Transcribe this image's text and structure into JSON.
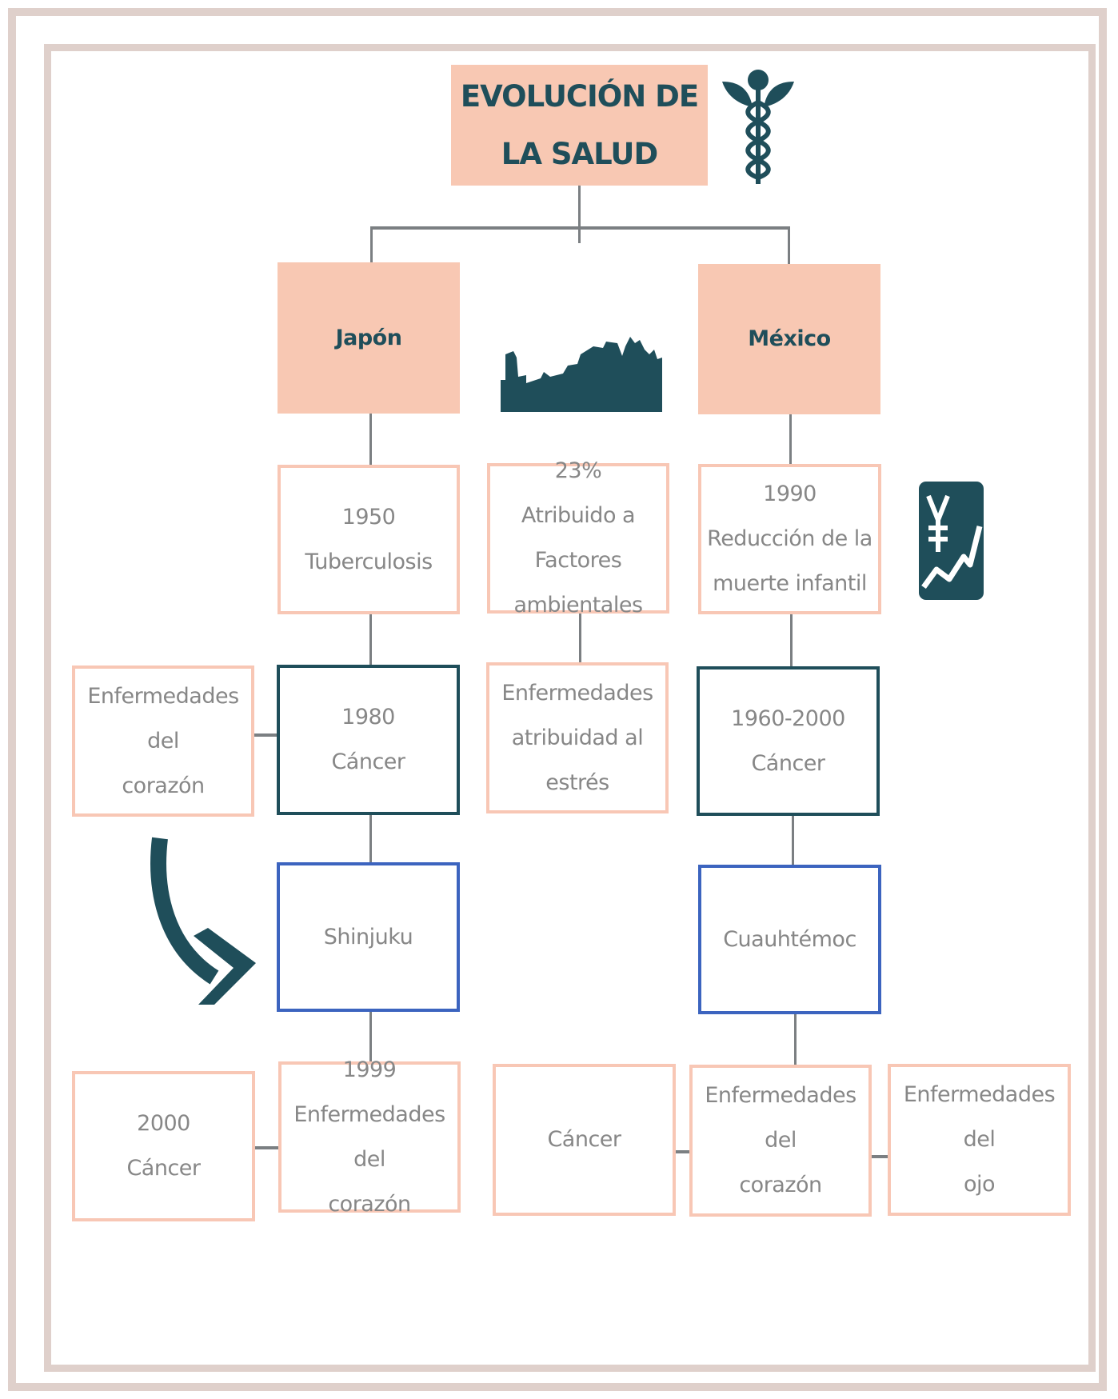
{
  "title": "EVOLUCIÓN DE LA SALUD",
  "japan": {
    "heading": "Japón",
    "n1950_year": "1950",
    "n1950_text": "Tuberculosis",
    "n1980_year": "1980",
    "n1980_text": "Cáncer",
    "heart_line1": "Enfermedades del",
    "heart_line2": "corazón",
    "city": "Shinjuku",
    "n1999_year": "1999",
    "n1999_line1": "Enfermedades del",
    "n1999_line2": "corazón",
    "n2000_year": "2000",
    "n2000_text": "Cáncer"
  },
  "center": {
    "pct": "23%",
    "attr_line1": "Atribuido a Factores",
    "attr_line2": "ambientales",
    "stress_line1": "Enfermedades",
    "stress_line2": "atribuidad al estrés"
  },
  "mexico": {
    "heading": "México",
    "n1990_year": "1990",
    "n1990_line1": "Reducción de la",
    "n1990_line2": "muerte infantil",
    "range_year": "1960-2000",
    "range_text": "Cáncer",
    "city": "Cuauhtémoc",
    "cancer": "Cáncer",
    "heart_line1": "Enfermedades del",
    "heart_line2": "corazón",
    "eye_line1": "Enfermedades del",
    "eye_line2": "ojo"
  },
  "icons": [
    "caduceus-icon",
    "city-skyline-icon",
    "yen-growth-icon",
    "curved-arrow-icon"
  ],
  "colors": {
    "peach": "#f8c8b3",
    "teal": "#1f4e5a",
    "blue": "#3c64bf",
    "frame": "#dfd0cb"
  }
}
